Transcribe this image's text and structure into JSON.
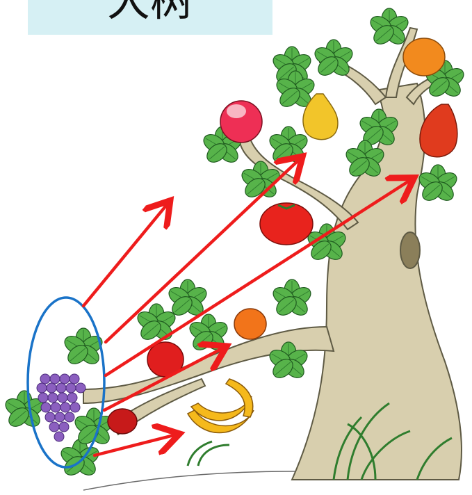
{
  "title": {
    "text": "大树"
  },
  "colors": {
    "title_bg": "#d6f0f4",
    "trunk": "#d8cfae",
    "trunk_outline": "#5e5a44",
    "leaf": "#57b34a",
    "leaf_dark": "#2f7d2e",
    "arrow": "#ee1c1c",
    "ellipse": "#1a73c8",
    "grapes": "#8b5fbf"
  },
  "fruits": [
    "peach",
    "pear",
    "orange",
    "red-pear",
    "tomato",
    "apple",
    "orange",
    "banana",
    "small-apple",
    "grapes"
  ]
}
